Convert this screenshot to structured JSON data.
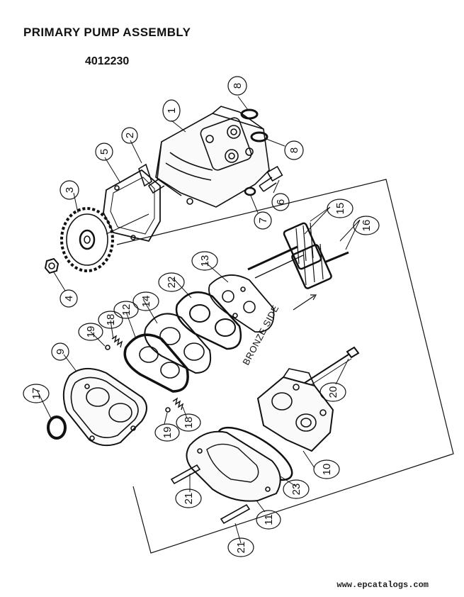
{
  "title": "PRIMARY PUMP ASSEMBLY",
  "part_number": "4012230",
  "side_label": "BRONZE SIDE",
  "watermark": "www.epcatalogs.com",
  "callouts": [
    "1",
    "2",
    "3",
    "4",
    "5",
    "6",
    "7",
    "8",
    "8",
    "9",
    "10",
    "11",
    "12",
    "13",
    "14",
    "15",
    "16",
    "17",
    "18",
    "18",
    "19",
    "19",
    "20",
    "21",
    "21",
    "22",
    "23"
  ]
}
